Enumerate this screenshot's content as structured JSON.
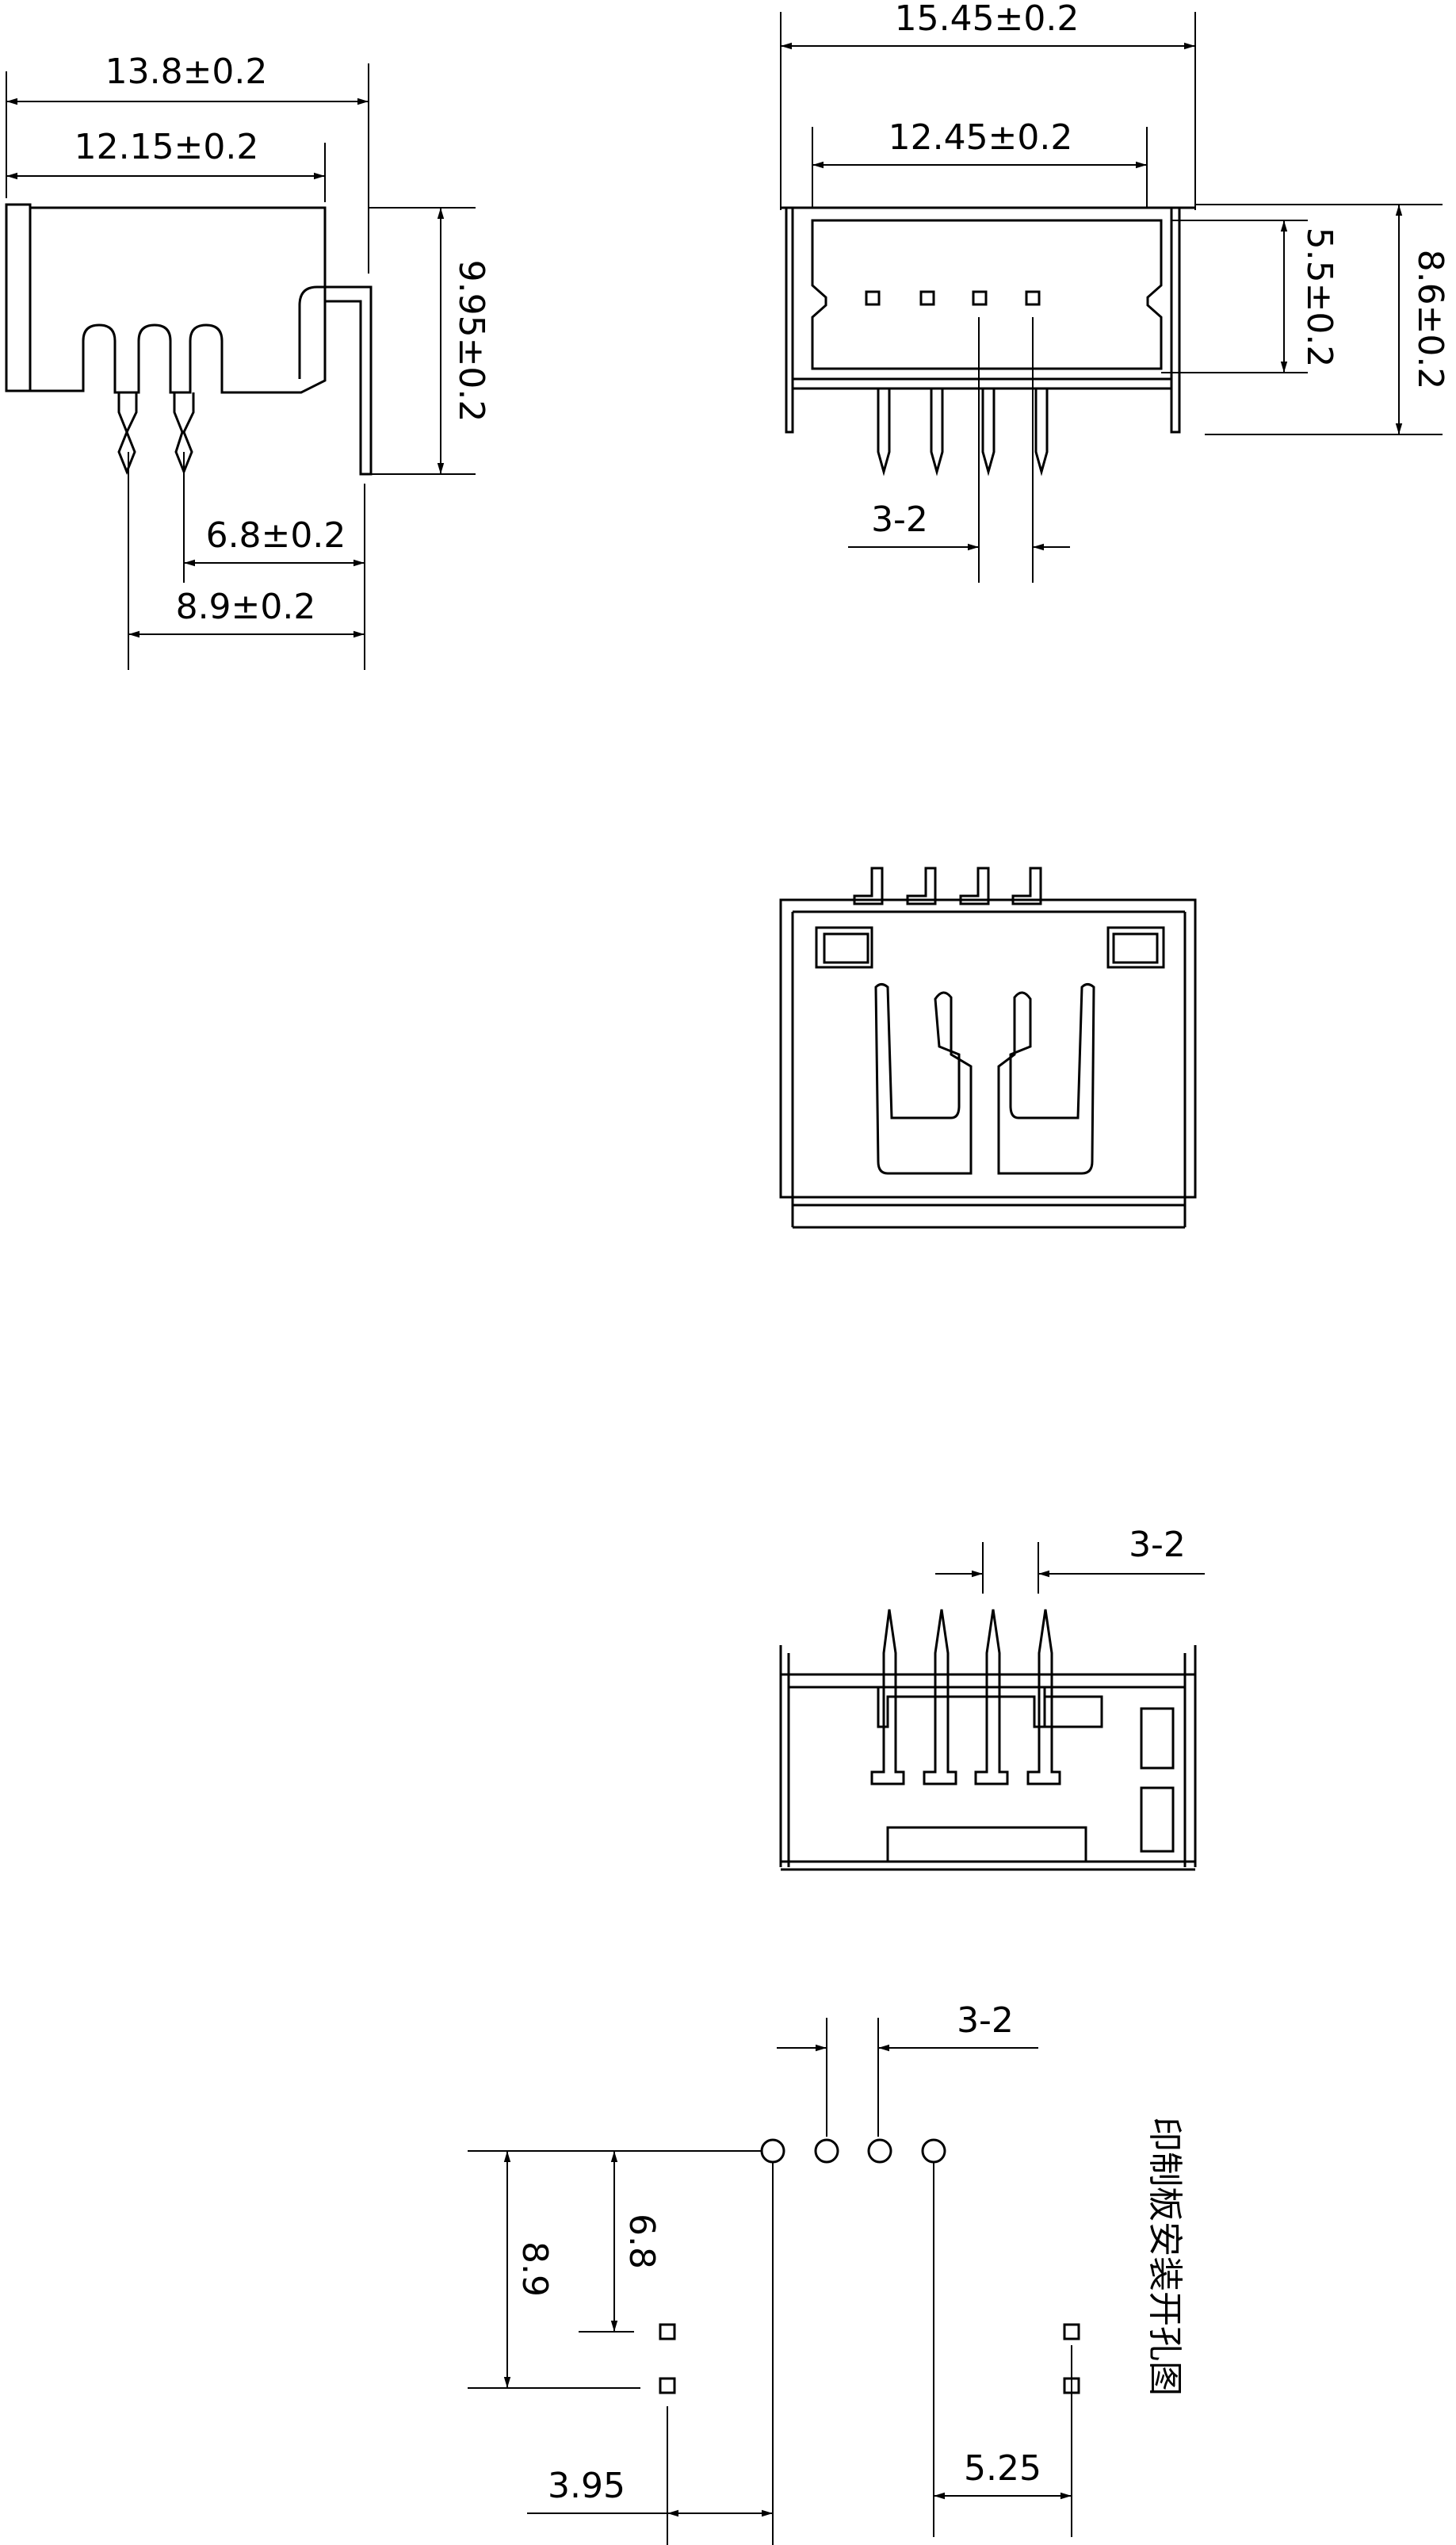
{
  "side_view": {
    "overall_length": "13.8±0.2",
    "body_length": "12.15±0.2",
    "height": "9.95±0.2",
    "pin_row_1": "6.8±0.2",
    "pin_row_2": "8.9±0.2"
  },
  "top_view": {
    "overall_width": "15.45±0.2",
    "inner_width": "12.45±0.2",
    "slot_height": "5.5±0.2",
    "overall_height": "8.6±0.2",
    "pin_pitch": "3-2"
  },
  "bottom_view": {
    "pin_pitch": "3-2"
  },
  "pcb_layout": {
    "pin_pitch": "3-2",
    "row_spacing_1": "6.8",
    "row_spacing_2": "8.9",
    "left_offset": "3.95",
    "right_offset": "5.25",
    "caption": "印制板安装开孔图"
  }
}
